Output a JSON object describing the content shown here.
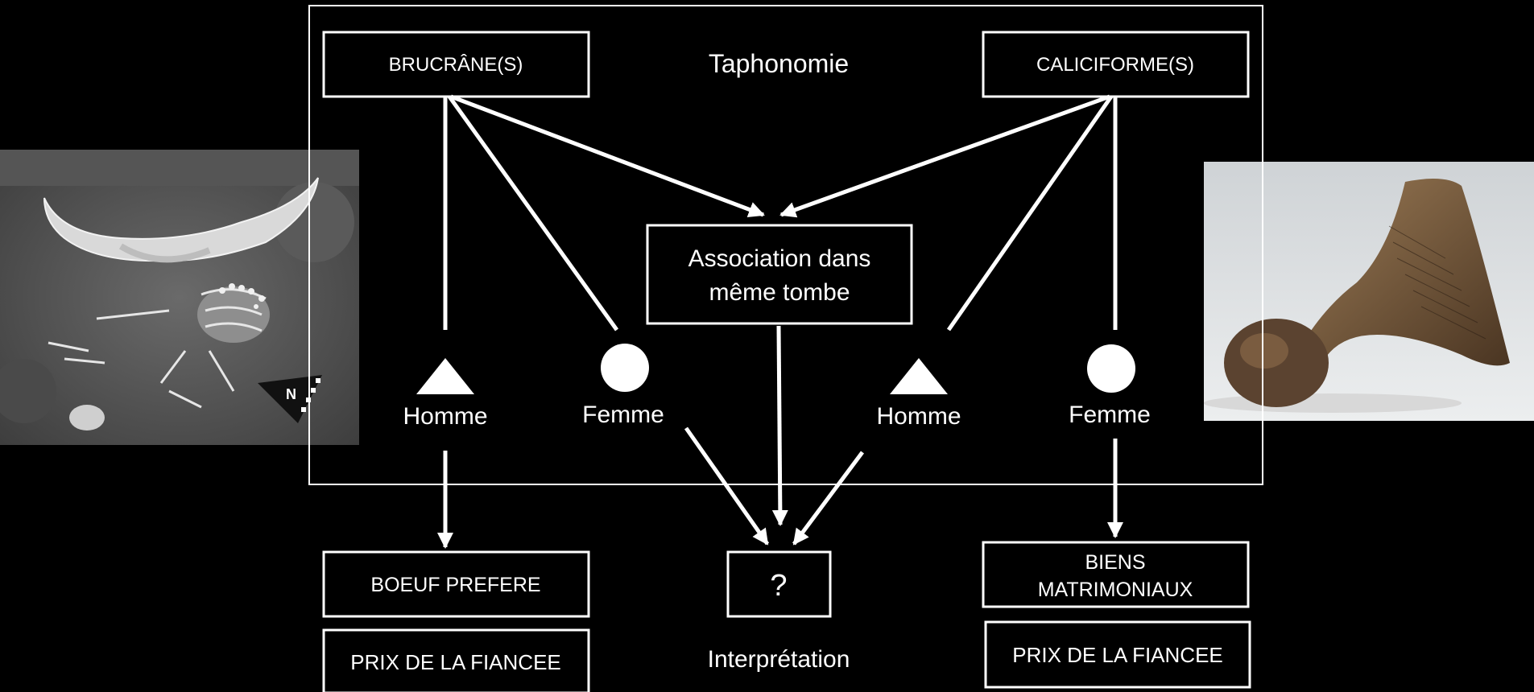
{
  "boxes": {
    "brucrane": "BRUCRÂNE(S)",
    "caliciforme": "CALICIFORME(S)",
    "association_line1": "Association dans",
    "association_line2": "même tombe",
    "boeuf": "BOEUF PREFERE",
    "prix_left": "PRIX DE LA FIANCEE",
    "question": "?",
    "biens_line1": "BIENS",
    "biens_line2": "MATRIMONIAUX",
    "prix_right": "PRIX DE LA FIANCEE"
  },
  "labels": {
    "taphonomie": "Taphonomie",
    "interpretation": "Interprétation",
    "homme_left": "Homme",
    "femme_left": "Femme",
    "homme_right": "Homme",
    "femme_right": "Femme"
  },
  "photos": {
    "left_scale_letter": "N"
  },
  "colors": {
    "background": "#000000",
    "foreground": "#ffffff"
  }
}
